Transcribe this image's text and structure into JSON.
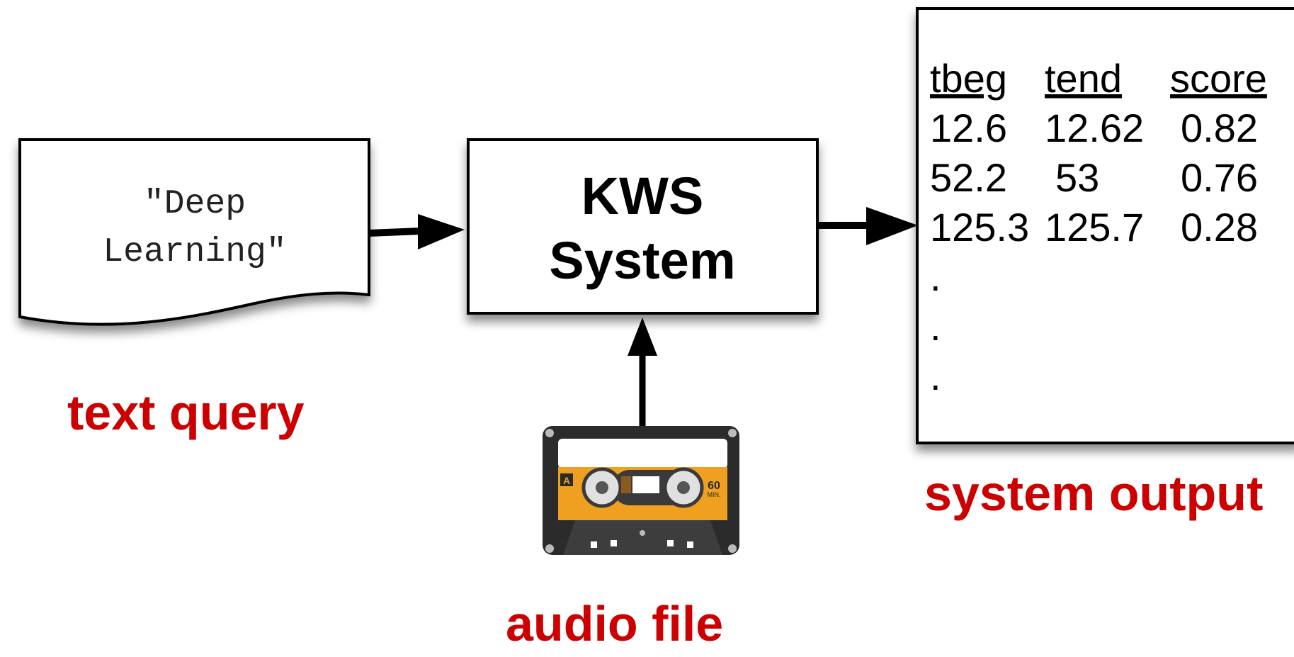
{
  "query_doc": {
    "line1": "\"Deep",
    "line2": "Learning\""
  },
  "kws_box": {
    "line1": "KWS",
    "line2": "System"
  },
  "labels": {
    "text_query": "text query",
    "audio_file": "audio file",
    "system_output": "system output"
  },
  "cassette": {
    "side": "A",
    "length_value": "60",
    "length_unit": "MIN."
  },
  "output_table": {
    "headers": [
      "tbeg",
      "tend",
      "score"
    ],
    "rows": [
      [
        "12.6",
        "12.62",
        "0.82"
      ],
      [
        "52.2",
        "53",
        "0.76"
      ],
      [
        "125.3",
        "125.7",
        "0.28"
      ]
    ],
    "ellipsis": [
      ".",
      ".",
      "."
    ]
  },
  "colors": {
    "label_red": "#cc0000",
    "cassette_orange": "#f0a020",
    "cassette_body": "#2b2b2b"
  },
  "icons": {
    "audio": "cassette-tape-icon",
    "arrow": "arrow-icon"
  }
}
